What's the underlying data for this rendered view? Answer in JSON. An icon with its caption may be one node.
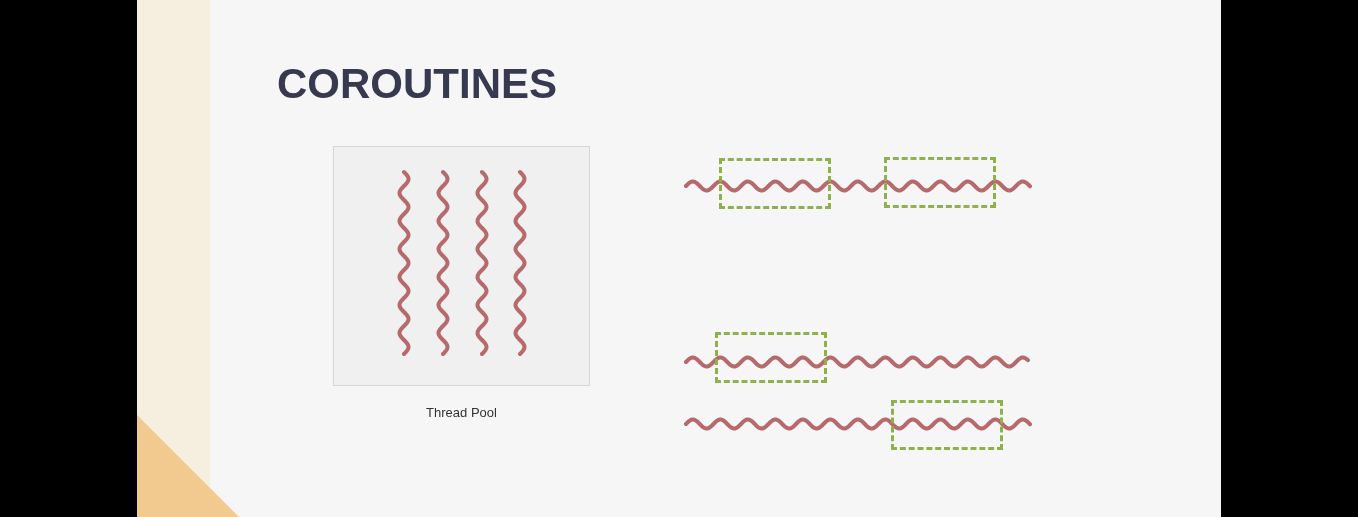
{
  "diagram": {
    "title": "COROUTINES",
    "nodes": [
      {
        "text": [],
        "shape": "box",
        "beside": [
          "Thread Pool"
        ]
      },
      {
        "text": [],
        "shape": "box"
      },
      {
        "text": [],
        "shape": "box"
      },
      {
        "text": [],
        "shape": "box"
      },
      {
        "text": [],
        "shape": "box"
      }
    ]
  }
}
